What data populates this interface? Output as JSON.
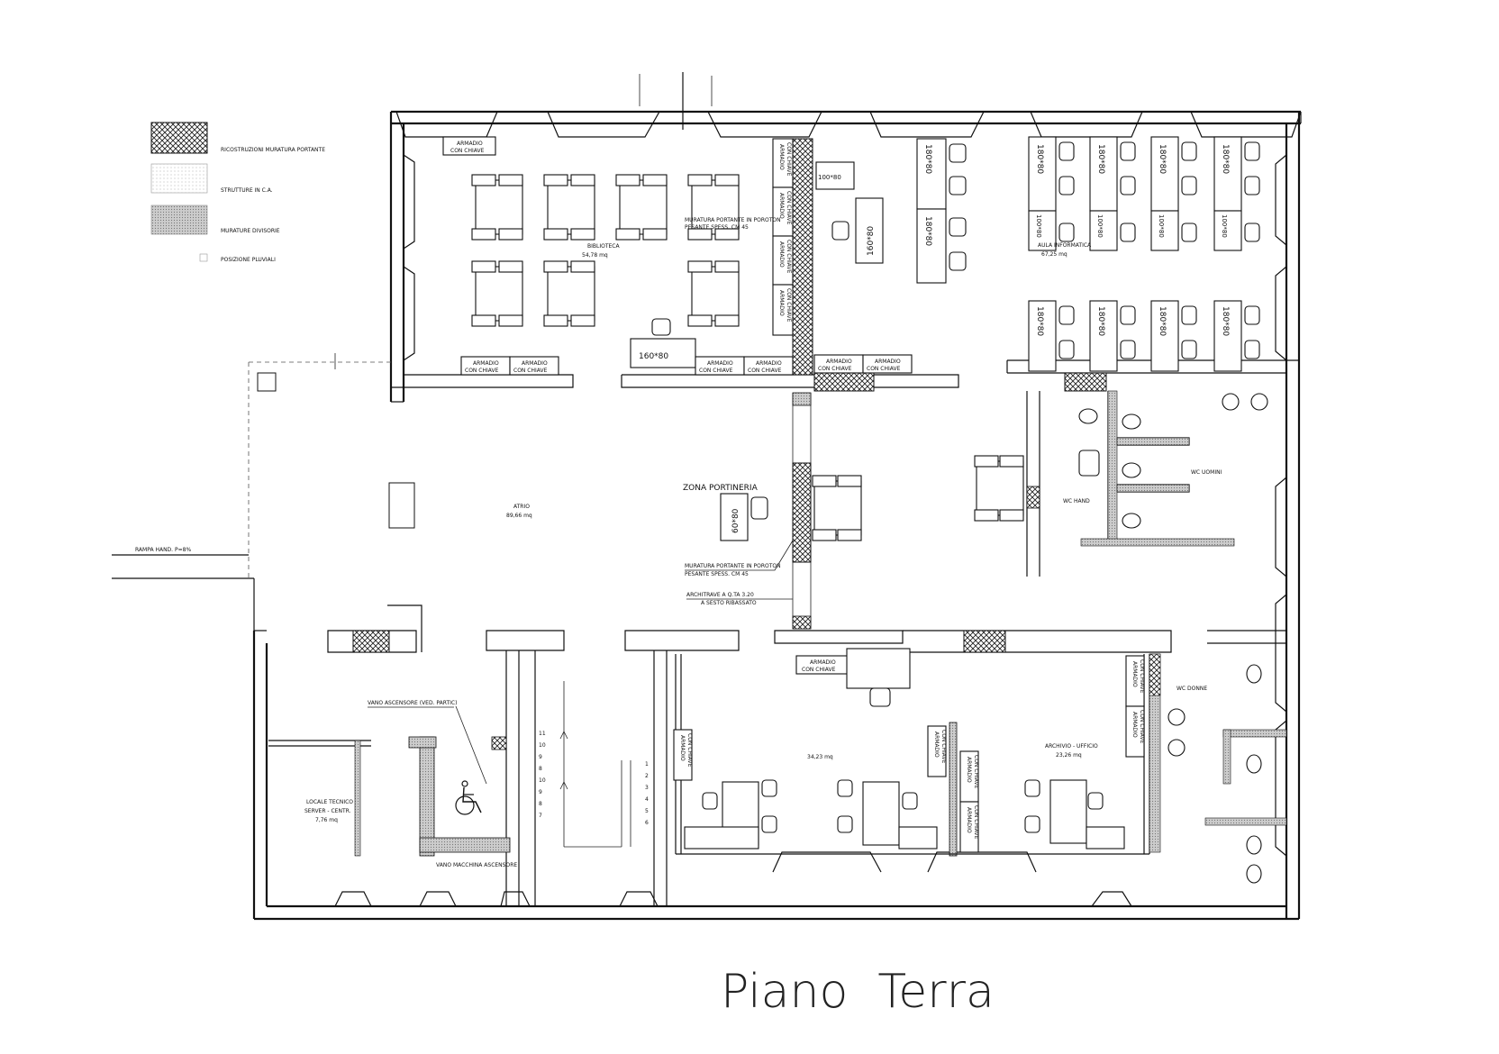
{
  "legend": [
    {
      "pattern": "cross",
      "label": "RICOSTRUZIONI MURATURA PORTANTE"
    },
    {
      "pattern": "dots",
      "label": "STRUTTURE IN C.A."
    },
    {
      "pattern": "grey",
      "label": "MURATURE DIVISORIE"
    },
    {
      "pattern": "marker",
      "label": "POSIZIONE PLUVIALI"
    }
  ],
  "rooms": {
    "biblioteca": {
      "name": "BIBLIOTECA",
      "area": "54,78 mq"
    },
    "aula_informatica": {
      "name": "AULA INFORMATICA",
      "area": "67,25 mq"
    },
    "atrio": {
      "name": "ATRIO",
      "area": "89,66 mq"
    },
    "zona_portineria": {
      "name": "ZONA PORTINERIA"
    },
    "wc_hand": {
      "name": "WC HAND"
    },
    "wc_uomini": {
      "name": "WC UOMINI"
    },
    "wc_donne": {
      "name": "WC DONNE"
    },
    "locale_tecnico": {
      "line1": "LOCALE TECNICO",
      "line2": "SERVER - CENTR.",
      "area": "7,76 mq"
    },
    "ufficio": {
      "area": "34,23 mq"
    },
    "archivio": {
      "name": "ARCHIVIO - UFFICIO",
      "area": "23,26 mq"
    }
  },
  "notes": {
    "muratura_biblio": {
      "line1": "MURATURA PORTANTE IN POROTON",
      "line2": "PESANTE SPESS. CM 45"
    },
    "muratura_atrio": {
      "line1": "MURATURA PORTANTE IN POROTON",
      "line2": "PESANTE SPESS. CM 45"
    },
    "architrave": {
      "line1": "ARCHITRAVE A Q.TA 3.20",
      "line2": "A SESTO RIBASSATO"
    },
    "rampa": "RAMPA HAND. P=8%",
    "vano_ascensore": "VANO ASCENSORE (VED. PARTIC)",
    "vano_macchina": "VANO MACCHINA ASCENSORE"
  },
  "armadio": {
    "line1": "ARMADIO",
    "line2": "CON CHIAVE"
  },
  "tables": {
    "t180": "180*80",
    "t160": "160*80",
    "t100": "100*80",
    "t60": "60*80"
  },
  "stairs": {
    "left": [
      "11",
      "10",
      "9",
      "8",
      "10",
      "9",
      "8",
      "7"
    ],
    "right": [
      "1",
      "2",
      "3",
      "4",
      "5",
      "6"
    ]
  },
  "title": "Piano  Terra"
}
